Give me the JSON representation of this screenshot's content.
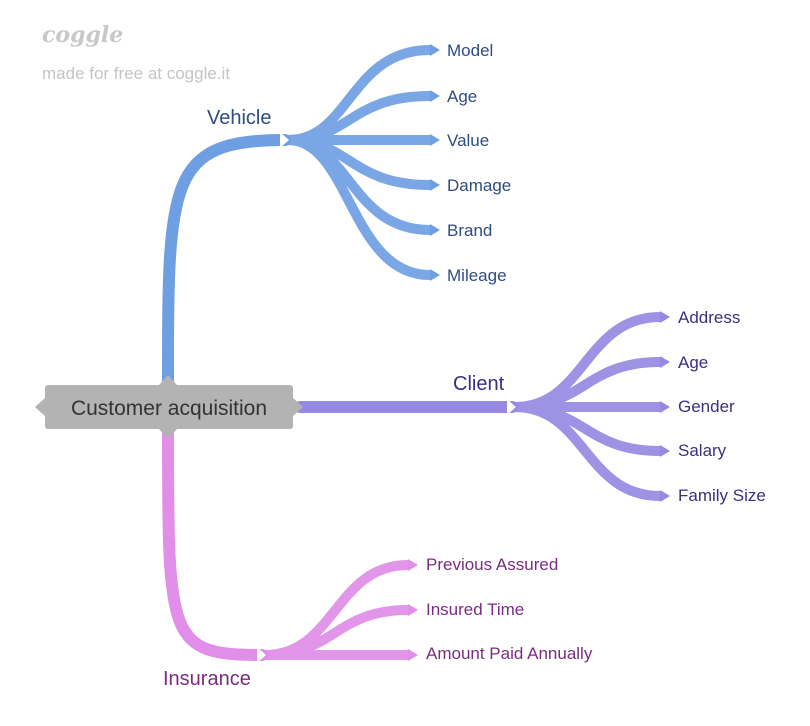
{
  "watermark": {
    "logo": "coggle",
    "tagline": "made for free at coggle.it"
  },
  "root": {
    "label": "Customer acquisition",
    "color": "#b3b3b3",
    "text_color": "#333333"
  },
  "branches": {
    "vehicle": {
      "label": "Vehicle",
      "color": "#6f9fe3",
      "text_color": "#2e4d80",
      "children": [
        "Model",
        "Age",
        "Value",
        "Damage",
        "Brand",
        "Mileage"
      ]
    },
    "client": {
      "label": "Client",
      "color": "#9589e2",
      "text_color": "#3b2f80",
      "children": [
        "Address",
        "Age",
        "Gender",
        "Salary",
        "Family Size"
      ]
    },
    "insurance": {
      "label": "Insurance",
      "color": "#e08ee8",
      "text_color": "#7a2d80",
      "children": [
        "Previous Assured",
        "Insured Time",
        "Amount Paid Annually"
      ]
    }
  }
}
